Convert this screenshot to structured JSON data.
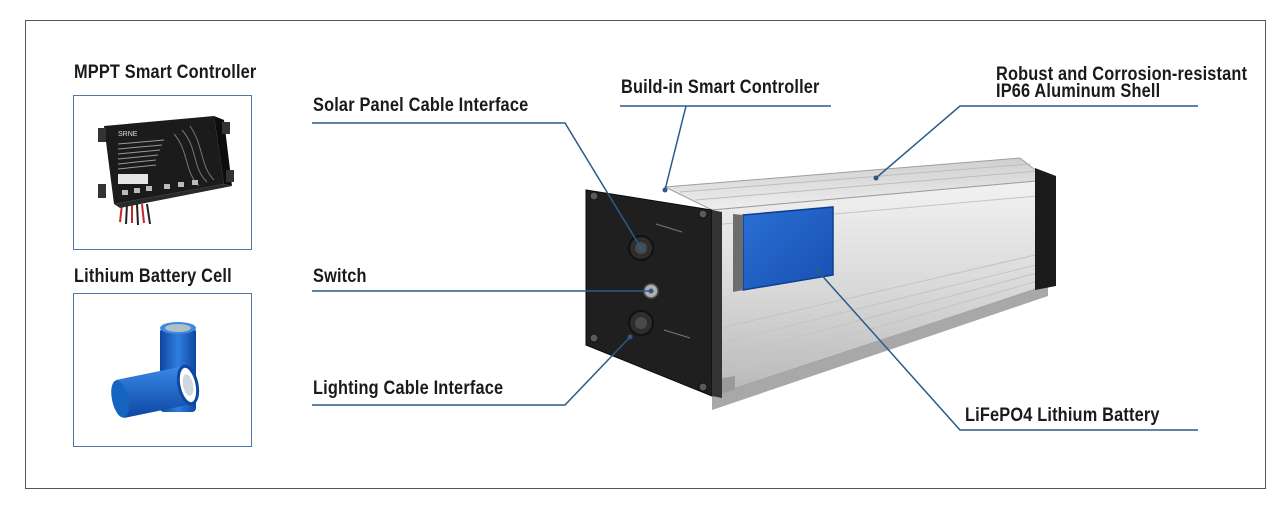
{
  "side_panels": {
    "controller_title": "MPPT Smart Controller",
    "battery_title": "Lithium Battery Cell"
  },
  "callouts": {
    "solar_panel": "Solar Panel Cable Interface",
    "smart_controller": "Build-in Smart Controller",
    "shell_line1": "Robust and Corrosion-resistant",
    "shell_line2": "IP66 Aluminum Shell",
    "switch": "Switch",
    "lighting": "Lighting Cable Interface",
    "battery": "LiFePO4 Lithium Battery"
  },
  "controller_logo": "SRNE",
  "colors": {
    "leader_line": "#2b5a8a",
    "panel_border": "#4c78a8",
    "battery_blue": "#1e63c8"
  }
}
